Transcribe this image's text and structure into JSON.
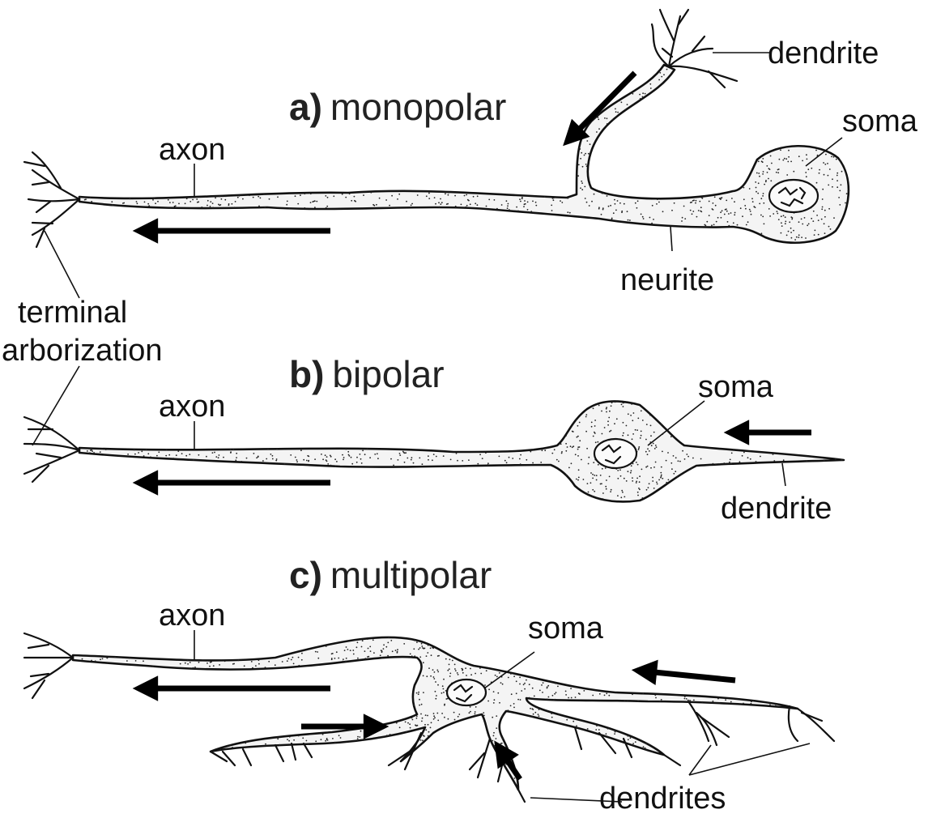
{
  "panels": {
    "a": {
      "letter": "a)",
      "name": "monopolar"
    },
    "b": {
      "letter": "b)",
      "name": "bipolar"
    },
    "c": {
      "letter": "c)",
      "name": "multipolar"
    }
  },
  "labels": {
    "axon": "axon",
    "dendrite": "dendrite",
    "dendrites": "dendrites",
    "soma": "soma",
    "neurite": "neurite",
    "terminal_line1": "terminal",
    "terminal_line2": "arborization"
  }
}
